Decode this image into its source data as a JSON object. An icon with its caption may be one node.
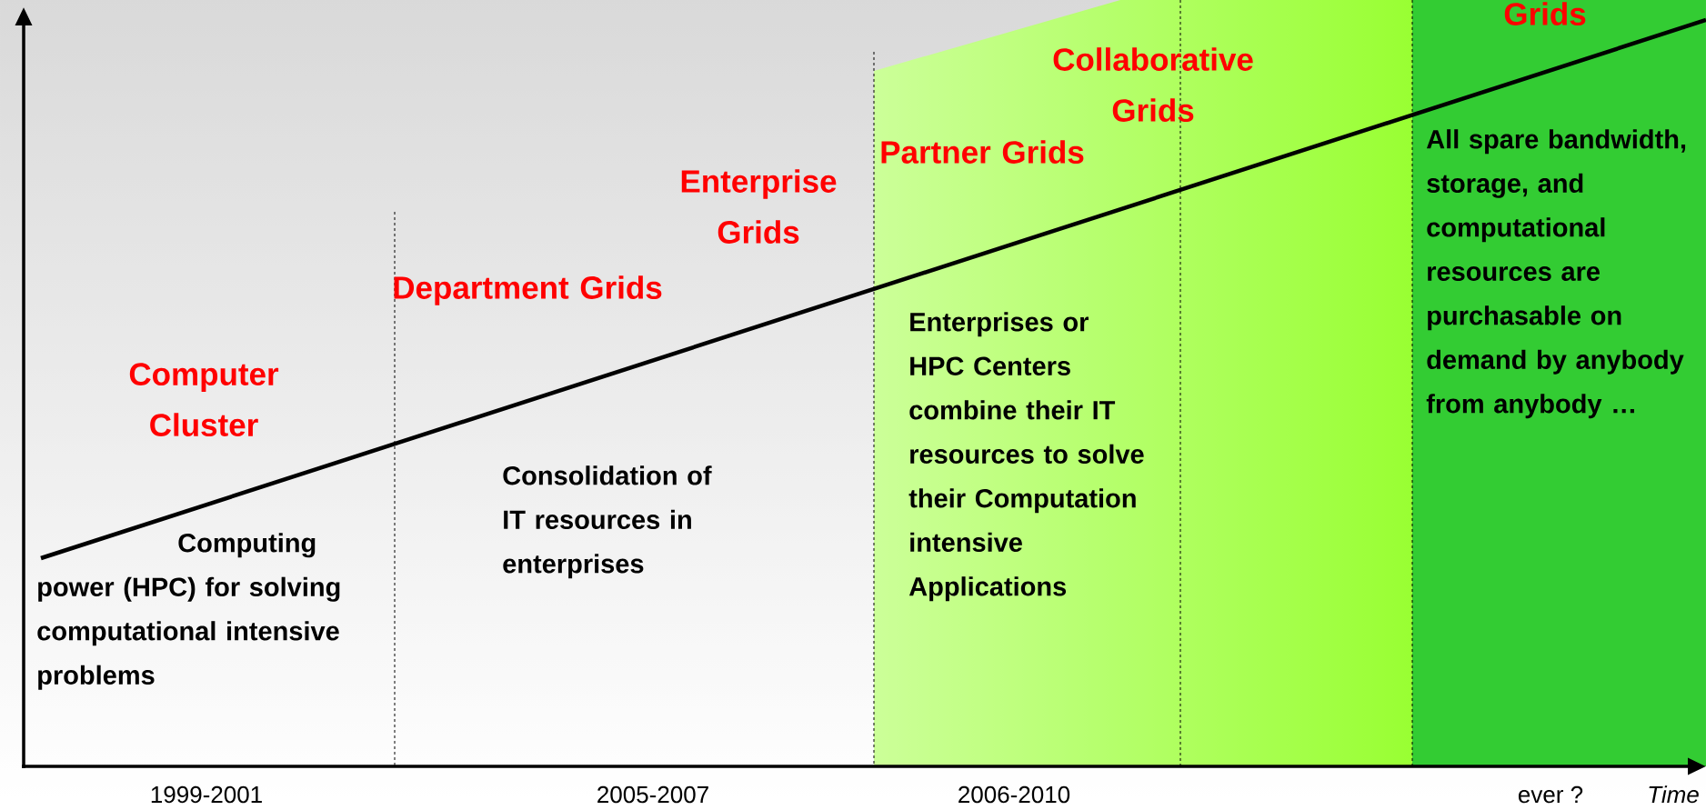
{
  "diagram": {
    "labels": [
      "Grids",
      "Collaborative Grids",
      "Partner Grids",
      "Enterprise Grids",
      "All spare bandwidth, storage, and computational resources are purchasable on demand by anybody from anybody …",
      "Department Grids",
      "Enterprises or HPC Centers combine their IT resources to solve their Computation intensive Applications",
      "Computer Cluster",
      "Consolidation of IT resources in enterprises",
      "Computing power (HPC) for solving computational intensive problems",
      "1999-2001",
      "2005-2007",
      "2006-2010",
      "ever ?",
      "Time"
    ]
  }
}
